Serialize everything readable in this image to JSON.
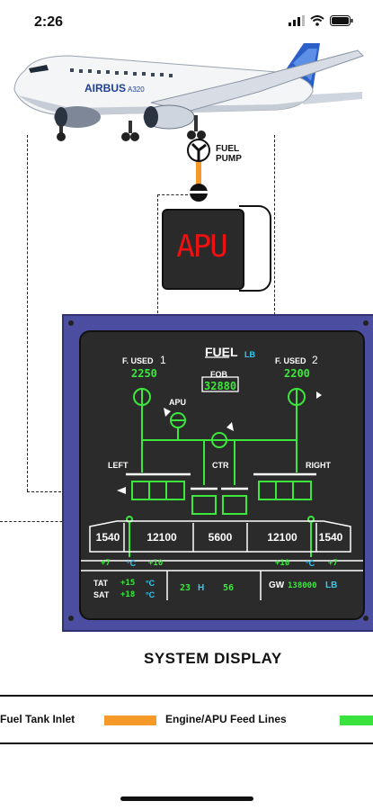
{
  "status_bar": {
    "time": "2:26"
  },
  "aircraft": {
    "brand": "AIRBUS",
    "model": "A320"
  },
  "fuel_pump_label": [
    "FUEL",
    "PUMP"
  ],
  "apu_label": "APU",
  "ecam": {
    "title": "FUEL",
    "title_unit": "LB",
    "f_used_1_label": "F. USED",
    "f_used_1_num": "1",
    "f_used_1_value": "2250",
    "f_used_2_label": "F. USED",
    "f_used_2_num": "2",
    "f_used_2_value": "2200",
    "fob_label": "FOB",
    "fob_value": "32880",
    "apu_label": "APU",
    "left_label": "LEFT",
    "ctr_label": "CTR",
    "right_label": "RIGHT",
    "tank_outer_left": "1540",
    "tank_inner_left": "12100",
    "tank_center": "5600",
    "tank_inner_right": "12100",
    "tank_outer_right": "1540",
    "temp_left_outer": "+7",
    "temp_left_inner": "+10",
    "temp_right_inner": "+10",
    "temp_right_outer": "+7",
    "temp_unit": "°C",
    "tat_label": "TAT",
    "tat_value": "+15",
    "sat_label": "SAT",
    "sat_value": "+18",
    "time_h_value": "23",
    "time_h_label": "H",
    "time_m_value": "56",
    "gw_label": "GW",
    "gw_value": "138000",
    "gw_unit": "LB"
  },
  "system_display_label": "SYSTEM DISPLAY",
  "legend": {
    "inlet_label": "Fuel Tank Inlet",
    "feed_label": "Engine/APU Feed Lines",
    "orange_color": "#f59a28",
    "green_color": "#39e23c"
  }
}
